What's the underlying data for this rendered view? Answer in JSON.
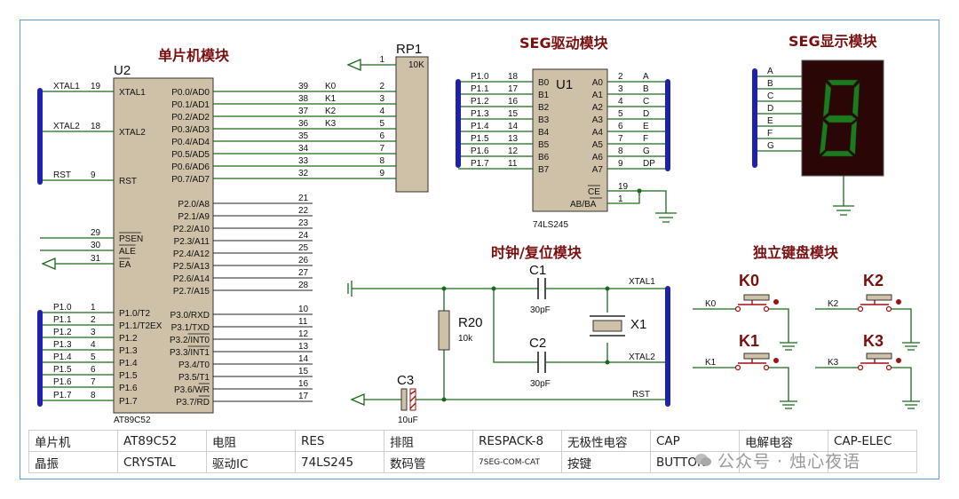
{
  "titles": {
    "mcu": "单片机模块",
    "seg_driver": "SEG驱动模块",
    "seg_display": "SEG显示模块",
    "clock_reset": "时钟/复位模块",
    "keyboard": "独立键盘模块"
  },
  "u2": {
    "ref": "U2",
    "part": "AT89C52",
    "left_pins": [
      {
        "num": "19",
        "name": "XTAL1",
        "net": "XTAL1"
      },
      {
        "num": "18",
        "name": "XTAL2",
        "net": "XTAL2"
      },
      {
        "num": "9",
        "name": "RST",
        "net": "RST"
      },
      {
        "num": "29",
        "name": "PSEN",
        "net": ""
      },
      {
        "num": "30",
        "name": "ALE",
        "net": ""
      },
      {
        "num": "31",
        "name": "EA",
        "net": ""
      },
      {
        "num": "1",
        "name": "P1.0/T2",
        "net": "P1.0"
      },
      {
        "num": "2",
        "name": "P1.1/T2EX",
        "net": "P1.1"
      },
      {
        "num": "3",
        "name": "P1.2",
        "net": "P1.2"
      },
      {
        "num": "4",
        "name": "P1.3",
        "net": "P1.3"
      },
      {
        "num": "5",
        "name": "P1.4",
        "net": "P1.4"
      },
      {
        "num": "6",
        "name": "P1.5",
        "net": "P1.5"
      },
      {
        "num": "7",
        "name": "P1.6",
        "net": "P1.6"
      },
      {
        "num": "8",
        "name": "P1.7",
        "net": "P1.7"
      }
    ],
    "right_p0": [
      {
        "num": "39",
        "name": "P0.0/AD0",
        "net": "K0"
      },
      {
        "num": "38",
        "name": "P0.1/AD1",
        "net": "K1"
      },
      {
        "num": "37",
        "name": "P0.2/AD2",
        "net": "K2"
      },
      {
        "num": "36",
        "name": "P0.3/AD3",
        "net": "K3"
      },
      {
        "num": "35",
        "name": "P0.4/AD4",
        "net": ""
      },
      {
        "num": "34",
        "name": "P0.5/AD5",
        "net": ""
      },
      {
        "num": "33",
        "name": "P0.6/AD6",
        "net": ""
      },
      {
        "num": "32",
        "name": "P0.7/AD7",
        "net": ""
      }
    ],
    "right_p2": [
      {
        "num": "21",
        "name": "P2.0/A8"
      },
      {
        "num": "22",
        "name": "P2.1/A9"
      },
      {
        "num": "23",
        "name": "P2.2/A10"
      },
      {
        "num": "24",
        "name": "P2.3/A11"
      },
      {
        "num": "25",
        "name": "P2.4/A12"
      },
      {
        "num": "26",
        "name": "P2.5/A13"
      },
      {
        "num": "27",
        "name": "P2.6/A14"
      },
      {
        "num": "28",
        "name": "P2.7/A15"
      }
    ],
    "right_p3": [
      {
        "num": "10",
        "name": "P3.0/RXD"
      },
      {
        "num": "11",
        "name": "P3.1/TXD"
      },
      {
        "num": "12",
        "name": "P3.2/INT0"
      },
      {
        "num": "13",
        "name": "P3.3/INT1"
      },
      {
        "num": "14",
        "name": "P3.4/T0"
      },
      {
        "num": "15",
        "name": "P3.5/T1"
      },
      {
        "num": "16",
        "name": "P3.6/WR"
      },
      {
        "num": "17",
        "name": "P3.7/RD"
      }
    ]
  },
  "rp1": {
    "ref": "RP1",
    "value": "10K",
    "pins": [
      "1",
      "2",
      "3",
      "4",
      "5",
      "6",
      "7",
      "8",
      "9"
    ]
  },
  "u1": {
    "ref": "U1",
    "part": "74LS245",
    "left_pins": [
      {
        "num": "18",
        "name": "B0",
        "net": "P1.0"
      },
      {
        "num": "17",
        "name": "B1",
        "net": "P1.1"
      },
      {
        "num": "16",
        "name": "B2",
        "net": "P1.2"
      },
      {
        "num": "15",
        "name": "B3",
        "net": "P1.3"
      },
      {
        "num": "14",
        "name": "B4",
        "net": "P1.4"
      },
      {
        "num": "13",
        "name": "B5",
        "net": "P1.5"
      },
      {
        "num": "12",
        "name": "B6",
        "net": "P1.6"
      },
      {
        "num": "11",
        "name": "B7",
        "net": "P1.7"
      }
    ],
    "right_pins": [
      {
        "num": "2",
        "name": "A0",
        "net": "A"
      },
      {
        "num": "3",
        "name": "A1",
        "net": "B"
      },
      {
        "num": "4",
        "name": "A2",
        "net": "C"
      },
      {
        "num": "5",
        "name": "A3",
        "net": "D"
      },
      {
        "num": "6",
        "name": "A4",
        "net": "E"
      },
      {
        "num": "7",
        "name": "A5",
        "net": "F"
      },
      {
        "num": "8",
        "name": "A6",
        "net": "G"
      },
      {
        "num": "9",
        "name": "A7",
        "net": "DP"
      }
    ],
    "ce": {
      "num": "19",
      "name": "CE"
    },
    "abba": {
      "num": "1",
      "name": "AB/BA"
    }
  },
  "seg": {
    "nets": [
      "A",
      "B",
      "C",
      "D",
      "E",
      "F",
      "G"
    ],
    "digit_color": "#1e7a1e",
    "body_color": "#2a0606"
  },
  "clock": {
    "c1": {
      "ref": "C1",
      "value": "30pF"
    },
    "c2": {
      "ref": "C2",
      "value": "30pF"
    },
    "x1": {
      "ref": "X1"
    },
    "r20": {
      "ref": "R20",
      "value": "10k"
    },
    "c3": {
      "ref": "C3",
      "value": "10uF"
    },
    "nets": {
      "xtal1": "XTAL1",
      "xtal2": "XTAL2",
      "rst": "RST"
    }
  },
  "keys": [
    {
      "ref": "K0",
      "net": "K0"
    },
    {
      "ref": "K1",
      "net": "K1"
    },
    {
      "ref": "K2",
      "net": "K2"
    },
    {
      "ref": "K3",
      "net": "K3"
    }
  ],
  "table": [
    [
      "单片机",
      "AT89C52",
      "电阻",
      "RES",
      "排阻",
      "RESPACK-8",
      "无极性电容",
      "CAP",
      "电解电容",
      "CAP-ELEC"
    ],
    [
      "晶振",
      "CRYSTAL",
      "驱动IC",
      "74LS245",
      "数码管",
      "7SEG-COM-CAT",
      "按键",
      "BUTTON",
      "",
      ""
    ]
  ],
  "watermark": "公众号 · 烛心夜语",
  "colors": {
    "bus": "#1f1fb0",
    "wire": "#1a6a1a",
    "title": "#7a0f0f",
    "chip_fill": "#cfc0a8",
    "frame": "#5b9bd5"
  }
}
